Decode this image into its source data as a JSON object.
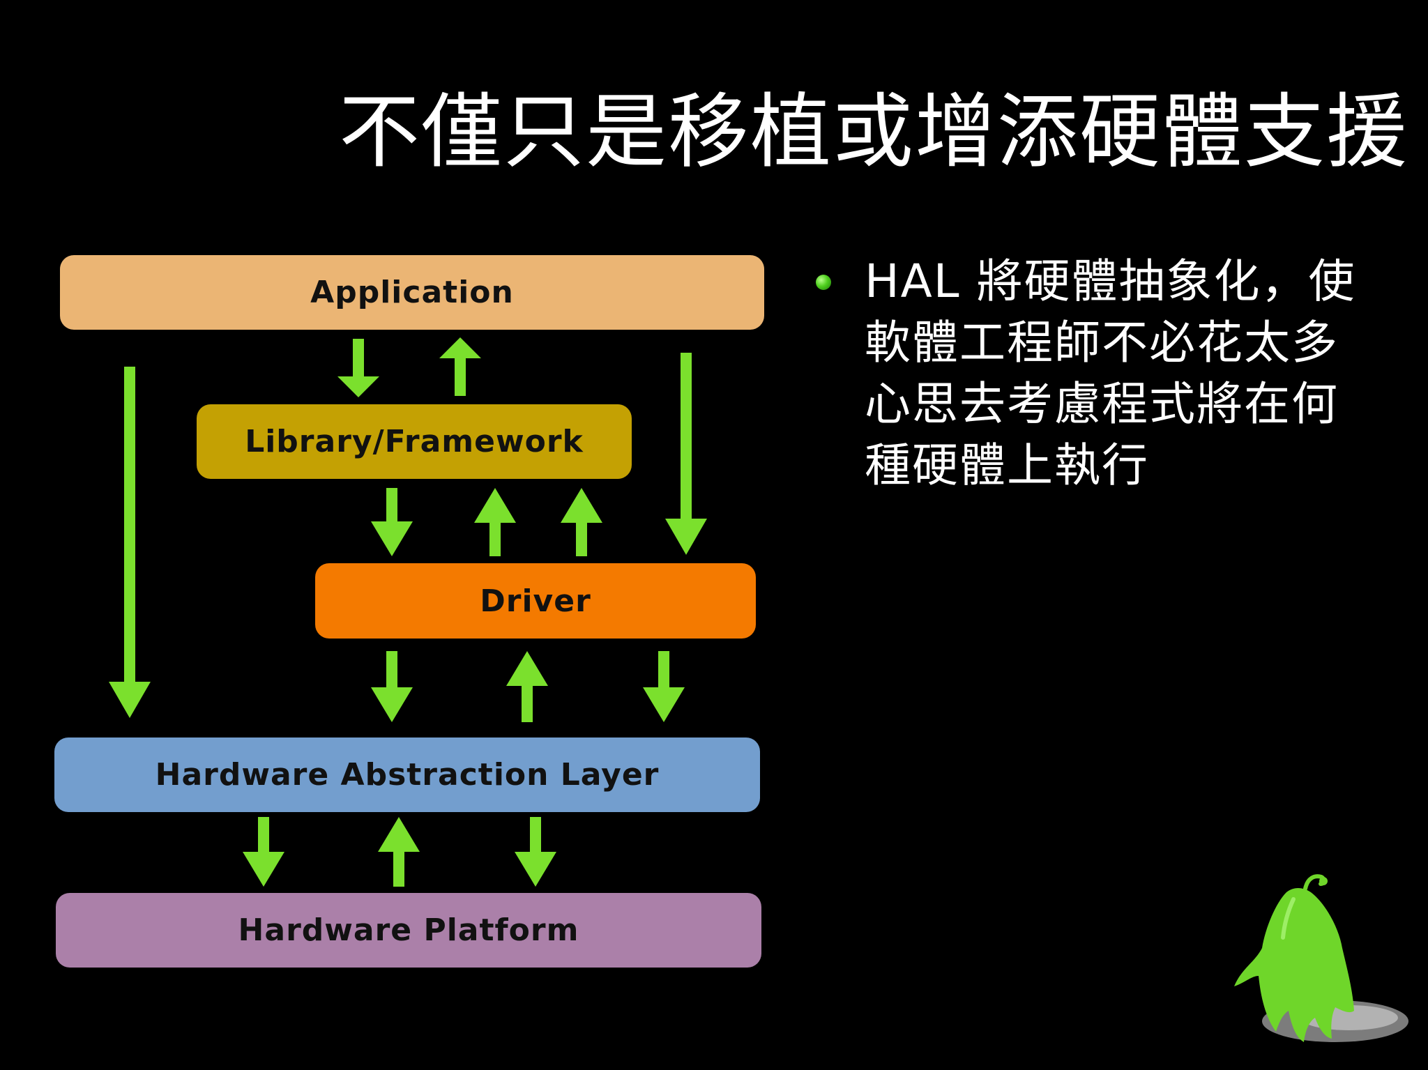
{
  "slide": {
    "title": "不僅只是移植或增添硬體支援",
    "bullet": "HAL 將硬體抽象化，使軟體工程師不必花太多心思去考慮程式將在何種硬體上執行"
  },
  "diagram": {
    "layers": {
      "application": {
        "label": "Application",
        "color": "#ebb574"
      },
      "library": {
        "label": "Library/Framework",
        "color": "#c4a103"
      },
      "driver": {
        "label": "Driver",
        "color": "#f47a00"
      },
      "hal": {
        "label": "Hardware Abstraction Layer",
        "color": "#739ece"
      },
      "hardware": {
        "label": "Hardware Platform",
        "color": "#ab80a9"
      }
    },
    "arrow_color": "#7be02d",
    "arrows": [
      {
        "from": "Application",
        "to": "Library/Framework",
        "direction": "down"
      },
      {
        "from": "Library/Framework",
        "to": "Application",
        "direction": "up"
      },
      {
        "from": "Application",
        "to": "Hardware Abstraction Layer",
        "direction": "down"
      },
      {
        "from": "Application",
        "to": "Driver",
        "direction": "down"
      },
      {
        "from": "Library/Framework",
        "to": "Driver",
        "direction": "down"
      },
      {
        "from": "Driver",
        "to": "Library/Framework",
        "direction": "up"
      },
      {
        "from": "Driver",
        "to": "Library/Framework",
        "direction": "up"
      },
      {
        "from": "Driver",
        "to": "Hardware Abstraction Layer",
        "direction": "down"
      },
      {
        "from": "Hardware Abstraction Layer",
        "to": "Driver",
        "direction": "up"
      },
      {
        "from": "Driver",
        "to": "Hardware Abstraction Layer",
        "direction": "down"
      },
      {
        "from": "Hardware Abstraction Layer",
        "to": "Hardware Platform",
        "direction": "down"
      },
      {
        "from": "Hardware Platform",
        "to": "Hardware Abstraction Layer",
        "direction": "up"
      },
      {
        "from": "Hardware Abstraction Layer",
        "to": "Hardware Platform",
        "direction": "down"
      }
    ]
  },
  "decor": {
    "mascot_icon": "green-ghost-mascot",
    "bullet_icon": "green-sphere-bullet"
  }
}
